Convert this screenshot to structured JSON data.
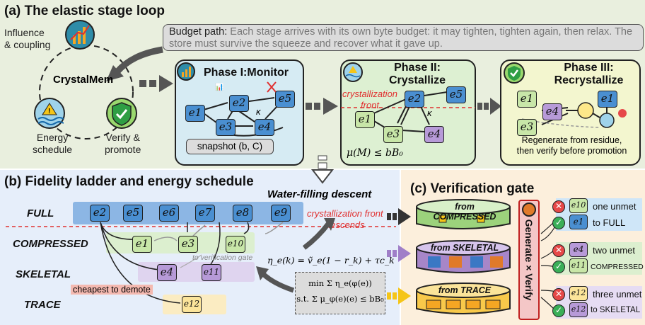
{
  "panel_a": {
    "title": "(a) The elastic stage loop",
    "budget_prefix": "Budget path:",
    "budget_text": " Each stage arrives with its own byte budget: it may tighten, tighten again, then relax. The store must survive the squeeze and recover what it gave up.",
    "crystalmem": "CrystalMem",
    "influence": "Influence\n& coupling",
    "energy": "Energy\nschedule",
    "verify": "Verify &\npromote",
    "phase1": "Phase I:Monitor",
    "phase2_l1": "Phase II:",
    "phase2_l2": "Crystallize",
    "phase3_l1": "Phase III:",
    "phase3_l2": "Recrystallize",
    "snapshot": "snapshot (b, C)",
    "crystal_front": "crystallization\nfront",
    "kappa": "κ",
    "budget_constraint": "μ(M) ≤ bB₀",
    "regen_note": "Regenerate from residue,\nthen verify before promotion",
    "nodes": {
      "e1": "e1",
      "e2": "e2",
      "e3": "e3",
      "e4": "e4",
      "e5": "e5"
    }
  },
  "panel_b": {
    "title": "(b) Fidelity ladder and energy schedule",
    "water_filling": "Water-filling descent",
    "levels": [
      "FULL",
      "COMPRESSED",
      "SKELETAL",
      "TRACE"
    ],
    "full_nodes": [
      "e2",
      "e5",
      "e6",
      "e7",
      "e8",
      "e9"
    ],
    "compressed_nodes": [
      "e1",
      "e3",
      "e10"
    ],
    "skeletal_nodes": [
      "e4",
      "e11"
    ],
    "trace_nodes": [
      "e12"
    ],
    "front_descends": "crystallization front\ndescends",
    "to_gate": "to verification gate",
    "cheapest": "cheapest to demote",
    "energy_eq": "η_e(k) = ṽ_e(1 − r_k) + τc_k",
    "opt_min": "min Σ η_e(φ(e))",
    "opt_st": "s.t. Σ μ_φ(e)(e) ≤ bB₀"
  },
  "panel_c": {
    "title": "(c) Verification gate",
    "gate": "Generate × Verify",
    "drums": [
      "from COMPRESSED",
      "from SKELETAL",
      "from TRACE"
    ],
    "rows": [
      {
        "fail_node": "e10",
        "fail_text": "one unmet",
        "pass_node": "e1",
        "pass_text": "to FULL"
      },
      {
        "fail_node": "e4",
        "fail_text": "two unmet",
        "pass_node": "e11",
        "pass_text": "COMPRESSED"
      },
      {
        "fail_node": "e12",
        "fail_text": "three unmet",
        "pass_node": "e12",
        "pass_text": "to SKELETAL"
      }
    ]
  },
  "colors": {
    "blue": "#4a8fd1",
    "green": "#c8e6a8",
    "purple": "#b79ad8",
    "yellow": "#fbe49a",
    "red": "#e03030"
  }
}
